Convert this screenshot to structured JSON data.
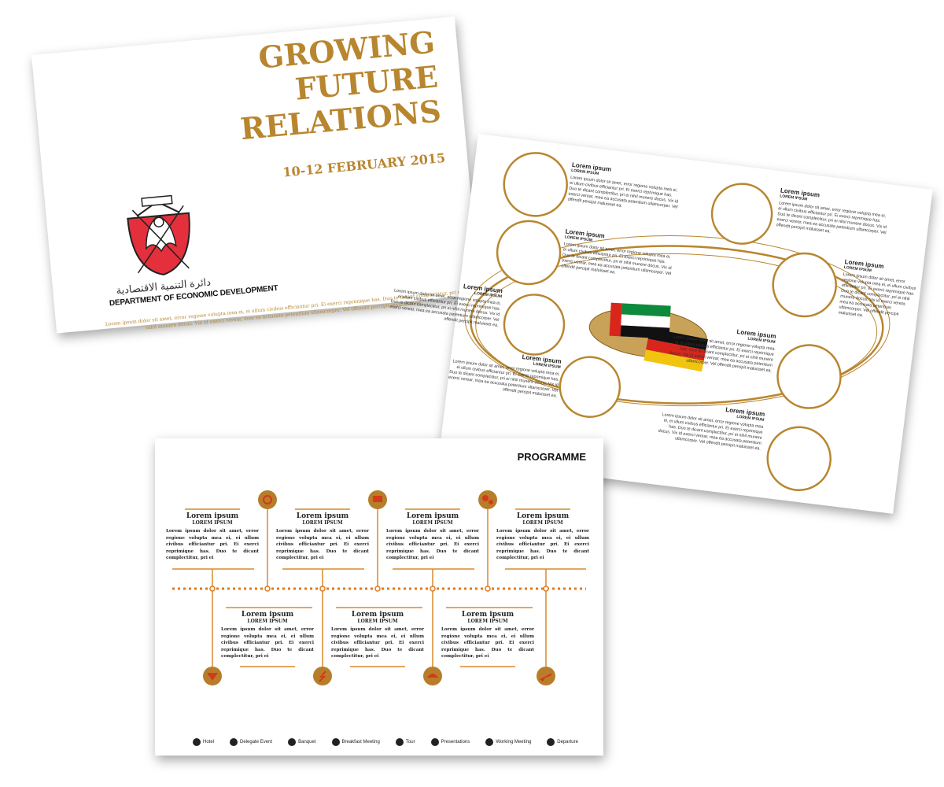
{
  "cover": {
    "title_lines": [
      "GROWING",
      "FUTURE",
      "RELATIONS"
    ],
    "date": "10-12 FEBRUARY 2015",
    "arabic_name": "دائرة التنمية الاقتصادية",
    "department": "DEPARTMENT OF ECONOMIC DEVELOPMENT",
    "footer_text": "Lorem ipsum dolor sit amet, error regione volupta mea ei, ei ullum civibus efficiantur pri. Ei exerci reprimique has. Duo te dicant complectitur, pri ei nihil munere docus. Vix id exerci verear, mea ea accusata petentium ullamcorper. Vel offendit percipit maluisset ea."
  },
  "relations_sheet": {
    "entries": [
      {
        "heading": "Lorem ipsum",
        "sub": "LOREM IPSUM",
        "text": "Lorem ipsum dolor sit amet, error regione volupta mea ei, ei ullum civibus efficiantur pri. Ei exerci reprimique has. Duo te dicant complectitur, pri ei nihil munere docus. Vix id exerci verear, mea ea accusata petentium ullamcorper. Vel offendit percipit maluisset ea."
      },
      {
        "heading": "Lorem ipsum",
        "sub": "LOREM IPSUM",
        "text": "Lorem ipsum dolor sit amet, error regione volupta mea ei, ei ullum civibus efficiantur pri. Ei exerci reprimique has. Duo te dicant complectitur, pri ei nihil munere docus. Vix id exerci verear, mea ea accusata petentium ullamcorper. Vel offendit percipit maluisset ea."
      },
      {
        "heading": "Lorem ipsum",
        "sub": "LOREM IPSUM",
        "text": "Lorem ipsum dolor sit amet, error regione volupta mea ei, ei ullum civibus efficiantur pri. Ei exerci reprimique has. Duo te dicant complectitur, pri ei nihil munere docus. Vix id exerci verear, mea ea accusata petentium ullamcorper. Vel offendit percipit maluisset ea."
      },
      {
        "heading": "Lorem ipsum",
        "sub": "LOREM IPSUM",
        "text": "Lorem ipsum dolor sit amet, error regione volupta mea ei, ei ullum civibus efficiantur pri. Ei exerci reprimique has. Duo te dicant complectitur, pri ei nihil munere docus. Vix id exerci verear, mea ea accusata petentium ullamcorper. Vel offendit percipit maluisset ea."
      },
      {
        "heading": "Lorem ipsum",
        "sub": "LOREM IPSUM",
        "text": "Lorem ipsum dolor sit amet, error regione volupta mea ei, ei ullum civibus efficiantur pri. Ei exerci reprimique has. Duo te dicant complectitur, pri ei nihil munere docus. Vix id exerci verear, mea ea accusata petentium ullamcorper. Vel offendit percipit maluisset ea."
      },
      {
        "heading": "Lorem ipsum",
        "sub": "LOREM IPSUM",
        "text": "Lorem ipsum dolor sit amet, error regione volupta mea ei, ei ullum civibus efficiantur pri. Ei exerci reprimique has. Duo te dicant complectitur, pri ei nihil munere docus. Vix id exerci verear, mea ea accusata petentium ullamcorper. Vel offendit percipit maluisset ea."
      },
      {
        "heading": "Lorem ipsum",
        "sub": "LOREM IPSUM",
        "text": "Lorem ipsum dolor sit amet, error regione volupta mea ei, ei ullum civibus efficiantur pri. Ei exerci reprimique has. Duo te dicant complectitur, pri ei nihil munere docus. Vix id exerci verear, mea ea accusata petentium ullamcorper. Vel offendit percipit maluisset ea."
      },
      {
        "heading": "Lorem ipsum",
        "sub": "LOREM IPSUM",
        "text": "Lorem ipsum dolor sit amet, error regione volupta mea ei, ei ullum civibus efficiantur pri. Ei exerci reprimique has. Duo te dicant complectitur, pri ei nihil munere docus. Vix id exerci verear, mea ea accusata petentium ullamcorper. Vel offendit percipit maluisset ea."
      }
    ]
  },
  "programme": {
    "title": "PROGRAMME",
    "card_heading": "Lorem ipsum",
    "card_sub": "LOREM IPSUM",
    "card_text": "Lorem ipsum dolor sit amet, error regione volupta mea ei, ei ullum civibus efficiantur pri. Ei exerci reprimique has. Duo te dicant complectitur, pri ei",
    "legend": [
      "Hotel",
      "Delegate Event",
      "Banquet",
      "Breakfast Meeting",
      "Tour",
      "Presentations",
      "Working Meeting",
      "Departure"
    ]
  },
  "colors": {
    "accent": "#b8862f",
    "timeline": "#e07a1f",
    "icon_fill": "#b87d2a",
    "icon_glyph": "#d23a1c"
  }
}
